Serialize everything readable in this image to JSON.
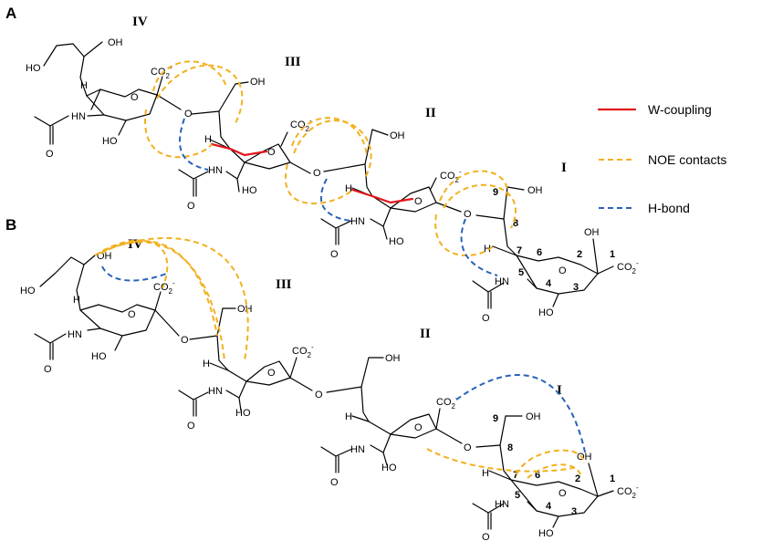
{
  "panels": {
    "a": "A",
    "b": "B"
  },
  "residues": {
    "i": "I",
    "ii": "II",
    "iii": "III",
    "iv": "IV"
  },
  "atoms": {
    "oh": "OH",
    "ho": "HO",
    "co2": "CO",
    "co2_sub": "2",
    "co2_sup": "-",
    "nh": "N",
    "nh_h": "H",
    "h": "H",
    "o": "O"
  },
  "numbering": {
    "c1": "1",
    "c2": "2",
    "c3": "3",
    "c4": "4",
    "c5": "5",
    "c6": "6",
    "c7": "7",
    "c8": "8",
    "c9": "9"
  },
  "legend": {
    "w_coupling": "W-coupling",
    "noe": "NOE contacts",
    "hbond": "H-bond"
  },
  "colors": {
    "w_coupling": "#e0161b",
    "noe": "#f2b01e",
    "hbond": "#2a63b8"
  }
}
